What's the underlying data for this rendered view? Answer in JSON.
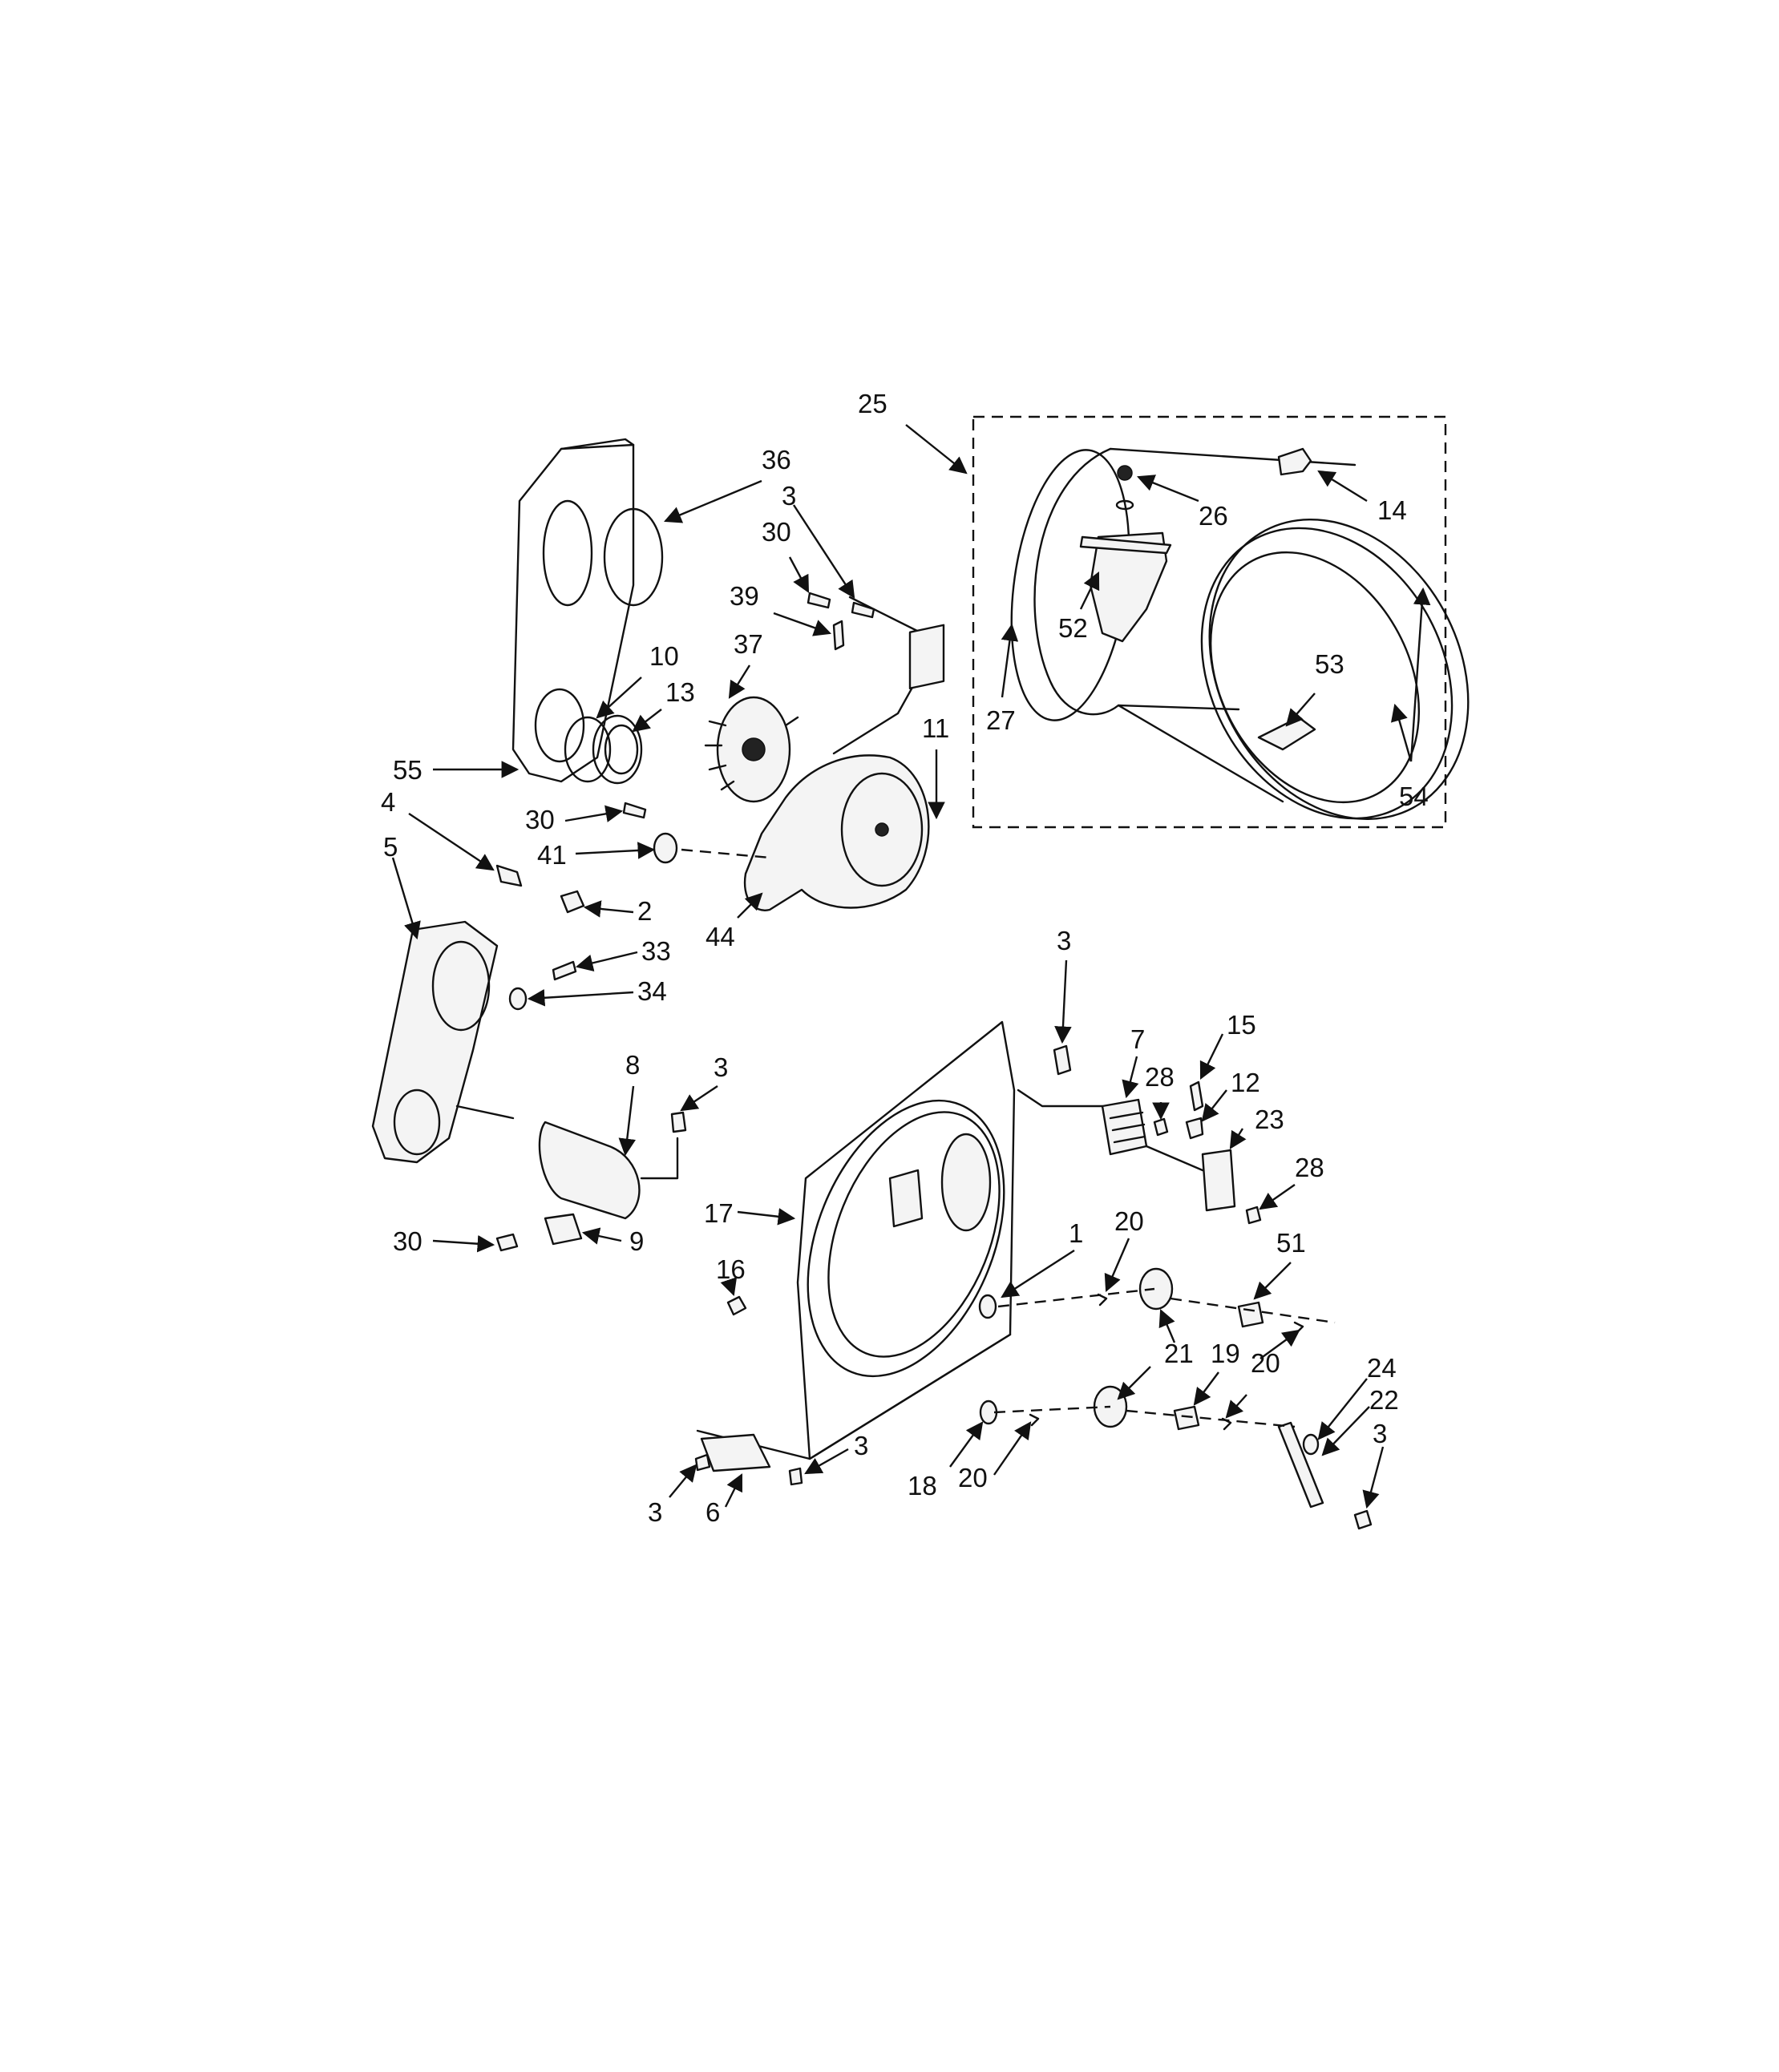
{
  "callouts": [
    {
      "id": "c1",
      "text": "1"
    },
    {
      "id": "c2",
      "text": "2"
    },
    {
      "id": "c3a",
      "text": "3"
    },
    {
      "id": "c3b",
      "text": "3"
    },
    {
      "id": "c3c",
      "text": "3"
    },
    {
      "id": "c3d",
      "text": "3"
    },
    {
      "id": "c3e",
      "text": "3"
    },
    {
      "id": "c3f",
      "text": "3"
    },
    {
      "id": "c4",
      "text": "4"
    },
    {
      "id": "c5",
      "text": "5"
    },
    {
      "id": "c6",
      "text": "6"
    },
    {
      "id": "c7",
      "text": "7"
    },
    {
      "id": "c8",
      "text": "8"
    },
    {
      "id": "c9",
      "text": "9"
    },
    {
      "id": "c10",
      "text": "10"
    },
    {
      "id": "c11",
      "text": "11"
    },
    {
      "id": "c12",
      "text": "12"
    },
    {
      "id": "c13",
      "text": "13"
    },
    {
      "id": "c14",
      "text": "14"
    },
    {
      "id": "c15",
      "text": "15"
    },
    {
      "id": "c16",
      "text": "16"
    },
    {
      "id": "c17",
      "text": "17"
    },
    {
      "id": "c18",
      "text": "18"
    },
    {
      "id": "c19",
      "text": "19"
    },
    {
      "id": "c20a",
      "text": "20"
    },
    {
      "id": "c20b",
      "text": "20"
    },
    {
      "id": "c20c",
      "text": "20"
    },
    {
      "id": "c21",
      "text": "21"
    },
    {
      "id": "c22",
      "text": "22"
    },
    {
      "id": "c23",
      "text": "23"
    },
    {
      "id": "c24",
      "text": "24"
    },
    {
      "id": "c25",
      "text": "25"
    },
    {
      "id": "c26",
      "text": "26"
    },
    {
      "id": "c27",
      "text": "27"
    },
    {
      "id": "c28a",
      "text": "28"
    },
    {
      "id": "c28b",
      "text": "28"
    },
    {
      "id": "c30a",
      "text": "30"
    },
    {
      "id": "c30b",
      "text": "30"
    },
    {
      "id": "c30c",
      "text": "30"
    },
    {
      "id": "c33",
      "text": "33"
    },
    {
      "id": "c34",
      "text": "34"
    },
    {
      "id": "c36",
      "text": "36"
    },
    {
      "id": "c37",
      "text": "37"
    },
    {
      "id": "c39",
      "text": "39"
    },
    {
      "id": "c41",
      "text": "41"
    },
    {
      "id": "c44",
      "text": "44"
    },
    {
      "id": "c51",
      "text": "51"
    },
    {
      "id": "c52",
      "text": "52"
    },
    {
      "id": "c53",
      "text": "53"
    },
    {
      "id": "c54",
      "text": "54"
    },
    {
      "id": "c55",
      "text": "55"
    }
  ]
}
